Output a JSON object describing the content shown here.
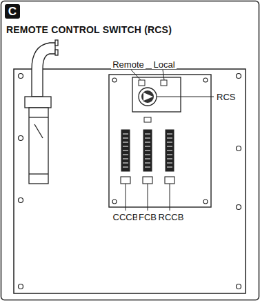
{
  "diagram": {
    "title": "REMOTE CONTROL SWITCH (RCS)",
    "nodes": [
      {
        "text": [
          "C"
        ]
      }
    ],
    "labels": [
      "Remote",
      "Local",
      "RCS",
      "CCCB",
      "FCB",
      "RCCB"
    ]
  }
}
